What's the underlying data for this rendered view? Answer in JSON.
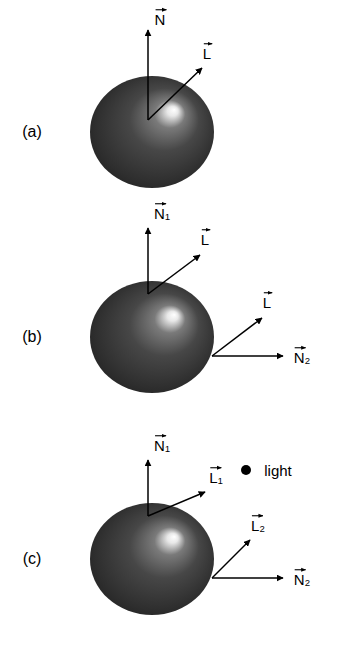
{
  "diagram": {
    "labels": [
      "N",
      "L",
      "(a)",
      "N₁",
      "L",
      "L",
      "(b)",
      "N₂",
      "N₁",
      "light",
      "L₁",
      "L₂",
      "(c)",
      "N₂"
    ]
  }
}
